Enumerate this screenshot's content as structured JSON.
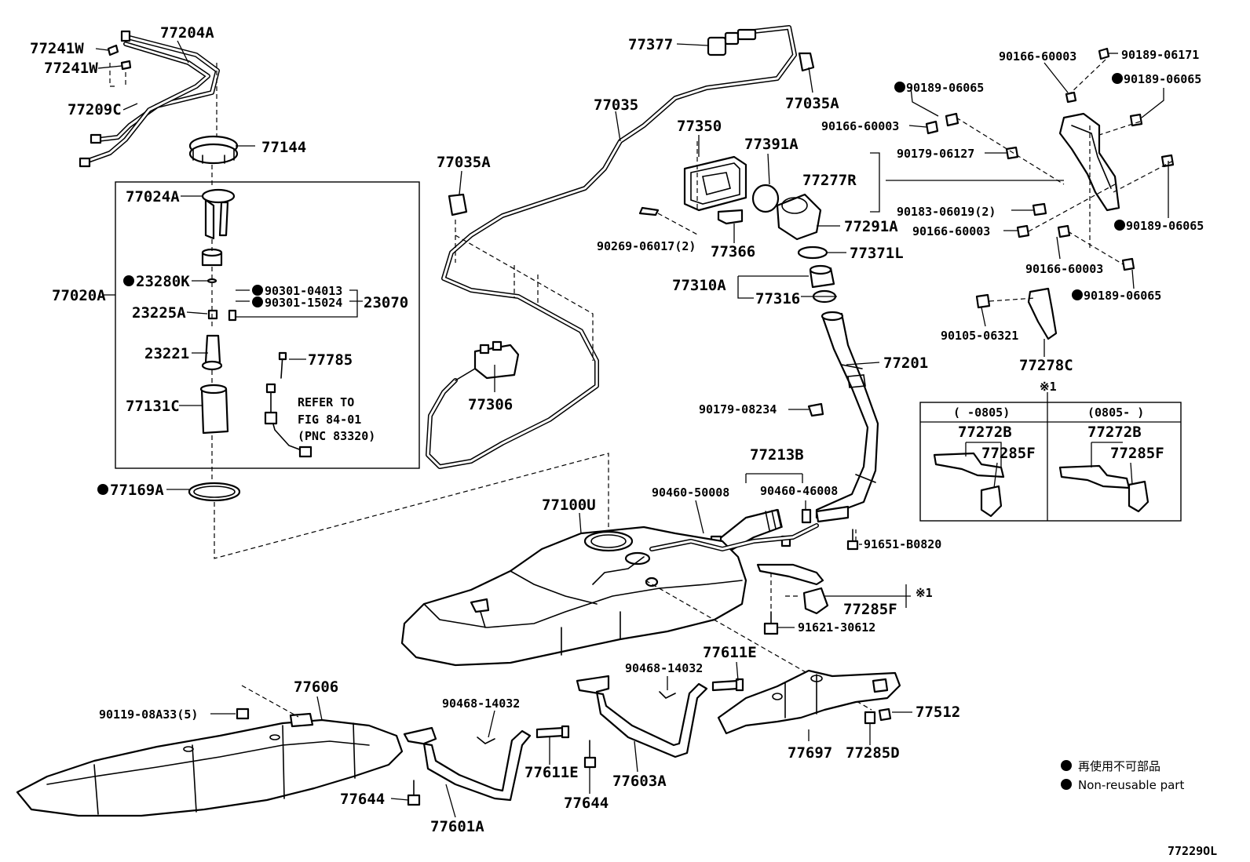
{
  "diagram_id": "77229OL",
  "legend": {
    "jp": "再使用不可部品",
    "en": "Non-reusable part"
  },
  "refer_note": {
    "line1": "REFER TO",
    "line2": "FIG 84-01",
    "line3": "(PNC 83320)"
  },
  "variant_box": {
    "marker": "※1",
    "left_header": "(  -0805)",
    "right_header": "(0805-  )"
  },
  "labels": {
    "p77204A": "77204A",
    "p77241W_1": "77241W",
    "p77241W_2": "77241W",
    "p77209C": "77209C",
    "p77144": "77144",
    "p77024A": "77024A",
    "p77020A": "77020A",
    "p23280K": "23280K",
    "p90301_04013": "90301-04013",
    "p90301_15024": "90301-15024",
    "p23070": "23070",
    "p23225A": "23225A",
    "p23221": "23221",
    "p77785": "77785",
    "p77131C": "77131C",
    "p77169A": "77169A",
    "p77377": "77377",
    "p77035": "77035",
    "p77035A_top": "77035A",
    "p77035A_left": "77035A",
    "p77306": "77306",
    "p77350": "77350",
    "p77391A": "77391A",
    "p90269_06017": "90269-06017(2)",
    "p77366": "77366",
    "p77291A": "77291A",
    "p77371L": "77371L",
    "p77310A": "77310A",
    "p77316": "77316",
    "p77201": "77201",
    "p90179_08234": "90179-08234",
    "p77213B": "77213B",
    "p90460_50008": "90460-50008",
    "p90460_46008": "90460-46008",
    "p91651_B0820": "91651-B0820",
    "p77100U": "77100U",
    "p77285F_main": "77285F",
    "p91621_30612": "91621-30612",
    "p77611E_top": "77611E",
    "p90468_14032_top": "90468-14032",
    "p77512": "77512",
    "p77697": "77697",
    "p77285D": "77285D",
    "p77603A": "77603A",
    "p77644_mid": "77644",
    "p77611E_mid": "77611E",
    "p90468_14032_mid": "90468-14032",
    "p77601A": "77601A",
    "p77644_left": "77644",
    "p77606": "77606",
    "p90119_08A33": "90119-08A33(5)",
    "p90166_60003_a": "90166-60003",
    "p90189_06171": "90189-06171",
    "p90189_06065_a": "90189-06065",
    "p90189_06065_b": "90189-06065",
    "p90166_60003_b": "90166-60003",
    "p90179_06127": "90179-06127",
    "p77277R": "77277R",
    "p90183_06019": "90183-06019(2)",
    "p90166_60003_c": "90166-60003",
    "p90189_06065_c": "90189-06065",
    "p90166_60003_d": "90166-60003",
    "p90189_06065_d": "90189-06065",
    "p90105_06321": "90105-06321",
    "p77278C": "77278C",
    "p77272B_l": "77272B",
    "p77285F_l": "77285F",
    "p77272B_r": "77272B",
    "p77285F_r": "77285F",
    "p_mark_main": "※1"
  }
}
